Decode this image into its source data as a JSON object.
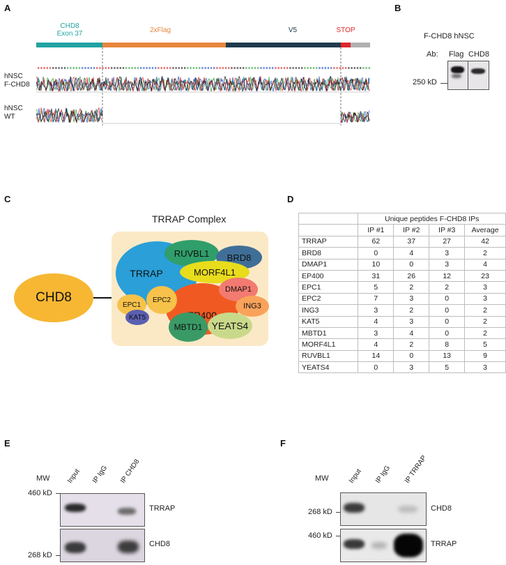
{
  "panel_letters": {
    "a": "A",
    "b": "B",
    "c": "C",
    "d": "D",
    "e": "E",
    "f": "F"
  },
  "panel_a": {
    "segments": [
      {
        "label_line1": "CHD8",
        "label_line2": "Exon 37",
        "color": "#21a3a3"
      },
      {
        "label_line1": "2xFlag",
        "label_line2": "",
        "color": "#e8853d"
      },
      {
        "label_line1": "V5",
        "label_line2": "",
        "color": "#1f3b4d"
      },
      {
        "label_line1": "STOP",
        "label_line2": "",
        "color": "#e0262b"
      }
    ],
    "tail_color": "#b0b0b0",
    "track1_line1": "hNSC",
    "track1_line2": "F-CHD8",
    "track2_line1": "hNSC",
    "track2_line2": "WT"
  },
  "panel_b": {
    "title": "F-CHD8 hNSC",
    "ab_label": "Ab:",
    "lane1": "Flag",
    "lane2": "CHD8",
    "marker": "250 kD"
  },
  "panel_c": {
    "left_node": "CHD8",
    "complex_title": "TRRAP Complex",
    "subunits": {
      "trrap": "TRRAP",
      "ruvbl1": "RUVBL1",
      "brd8": "BRD8",
      "morf4l1": "MORF4L1",
      "dmap1": "DMAP1",
      "ep400": "EP400",
      "ing3": "ING3",
      "epc1": "EPC1",
      "epc2": "EPC2",
      "kat5": "KAT5",
      "mbtd1": "MBTD1",
      "yeats4": "YEATS4"
    },
    "colors": {
      "chd8": "#f7b733",
      "box": "#fbe9c6",
      "trrap": "#2a9fd8",
      "ruvbl1": "#2f9e6a",
      "brd8": "#3f6f98",
      "morf4l1": "#e8dc1c",
      "dmap1": "#f37a70",
      "ep400": "#f05a22",
      "ing3": "#f9a25a",
      "epc1": "#f7c24a",
      "epc2": "#f7c24a",
      "kat5": "#5a5fb0",
      "mbtd1": "#3a9a66",
      "yeats4": "#c9d98a"
    }
  },
  "panel_d": {
    "span_header": "Unique peptides F-CHD8 IPs",
    "columns": [
      "IP #1",
      "IP #2",
      "IP #3",
      "Average"
    ],
    "rows": [
      {
        "gene": "TRRAP",
        "v": [
          "62",
          "37",
          "27",
          "42"
        ]
      },
      {
        "gene": "BRD8",
        "v": [
          "0",
          "4",
          "3",
          "2"
        ]
      },
      {
        "gene": "DMAP1",
        "v": [
          "10",
          "0",
          "3",
          "4"
        ]
      },
      {
        "gene": "EP400",
        "v": [
          "31",
          "26",
          "12",
          "23"
        ]
      },
      {
        "gene": "EPC1",
        "v": [
          "5",
          "2",
          "2",
          "3"
        ]
      },
      {
        "gene": "EPC2",
        "v": [
          "7",
          "3",
          "0",
          "3"
        ]
      },
      {
        "gene": "ING3",
        "v": [
          "3",
          "2",
          "0",
          "2"
        ]
      },
      {
        "gene": "KAT5",
        "v": [
          "4",
          "3",
          "0",
          "2"
        ]
      },
      {
        "gene": "MBTD1",
        "v": [
          "3",
          "4",
          "0",
          "2"
        ]
      },
      {
        "gene": "MORF4L1",
        "v": [
          "4",
          "2",
          "8",
          "5"
        ]
      },
      {
        "gene": "RUVBL1",
        "v": [
          "14",
          "0",
          "13",
          "9"
        ]
      },
      {
        "gene": "YEATS4",
        "v": [
          "0",
          "3",
          "5",
          "3"
        ]
      }
    ]
  },
  "panel_e": {
    "mw": "MW",
    "lanes": [
      "Input",
      "IP IgG",
      "IP CHD8"
    ],
    "marker_top": "460 kD",
    "marker_bottom": "268 kD",
    "blot_top": "TRRAP",
    "blot_bottom": "CHD8"
  },
  "panel_f": {
    "mw": "MW",
    "lanes": [
      "Input",
      "IP IgG",
      "IP TRRAP"
    ],
    "marker_top": "268 kD",
    "marker_bottom": "460 kD",
    "blot_top": "CHD8",
    "blot_bottom": "TRRAP"
  }
}
